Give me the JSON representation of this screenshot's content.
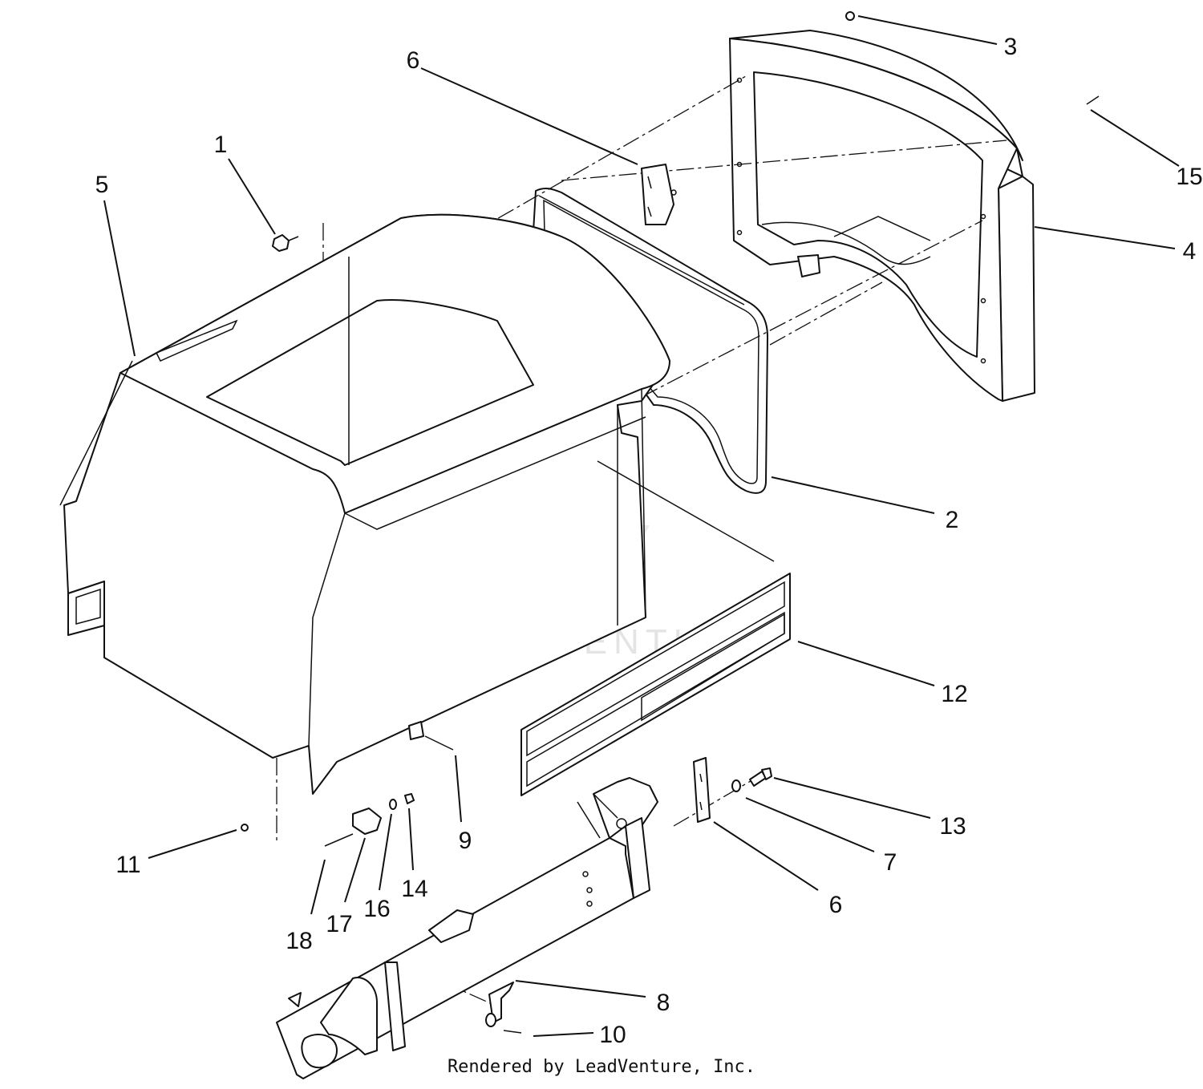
{
  "callouts": [
    {
      "id": "1",
      "label": "1"
    },
    {
      "id": "2",
      "label": "2"
    },
    {
      "id": "3",
      "label": "3"
    },
    {
      "id": "4",
      "label": "4"
    },
    {
      "id": "5",
      "label": "5"
    },
    {
      "id": "6a",
      "label": "6"
    },
    {
      "id": "6b",
      "label": "6"
    },
    {
      "id": "7",
      "label": "7"
    },
    {
      "id": "8",
      "label": "8"
    },
    {
      "id": "9",
      "label": "9"
    },
    {
      "id": "10",
      "label": "10"
    },
    {
      "id": "11",
      "label": "11"
    },
    {
      "id": "12",
      "label": "12"
    },
    {
      "id": "13",
      "label": "13"
    },
    {
      "id": "14",
      "label": "14"
    },
    {
      "id": "15",
      "label": "15"
    },
    {
      "id": "16",
      "label": "16"
    },
    {
      "id": "17",
      "label": "17"
    },
    {
      "id": "18",
      "label": "18"
    }
  ],
  "watermark": {
    "text": "LEADVENTURE"
  },
  "footer": {
    "text": "Rendered by LeadVenture, Inc."
  }
}
